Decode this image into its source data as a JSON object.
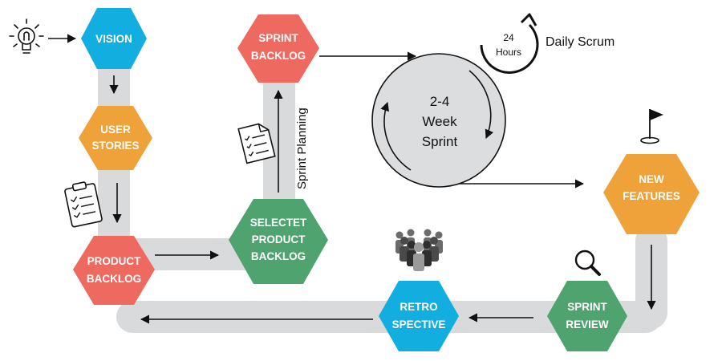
{
  "colors": {
    "blue": "#12aee0",
    "orange": "#f0a23a",
    "red": "#ee6a60",
    "green": "#4ea36f",
    "track": "#d9dadb",
    "ink": "#111111"
  },
  "nodes": {
    "vision": {
      "line1": "VISION"
    },
    "user_stories": {
      "line1": "USER",
      "line2": "STORIES"
    },
    "product_backlog": {
      "line1": "PRODUCT",
      "line2": "BACKLOG"
    },
    "selected_product_backlog": {
      "line1": "SELECTET",
      "line2": "PRODUCT",
      "line3": "BACKLOG"
    },
    "sprint_backlog": {
      "line1": "SPRINT",
      "line2": "BACKLOG"
    },
    "new_features": {
      "line1": "NEW",
      "line2": "FEATURES"
    },
    "sprint_review": {
      "line1": "SPRINT",
      "line2": "REVIEW"
    },
    "retrospective": {
      "line1": "RETRO",
      "line2": "SPECTIVE"
    }
  },
  "sprint_cycle": {
    "line1": "2-4",
    "line2": "Week",
    "line3": "Sprint"
  },
  "daily_scrum": {
    "hours_value": "24",
    "hours_unit": "Hours",
    "label": "Daily Scrum"
  },
  "sprint_planning_label": "Sprint Planning",
  "icons": [
    "lightbulb-icon",
    "clipboard-icon",
    "checklist-document-icon",
    "golf-flag-icon",
    "magnifier-icon",
    "team-people-icon"
  ]
}
